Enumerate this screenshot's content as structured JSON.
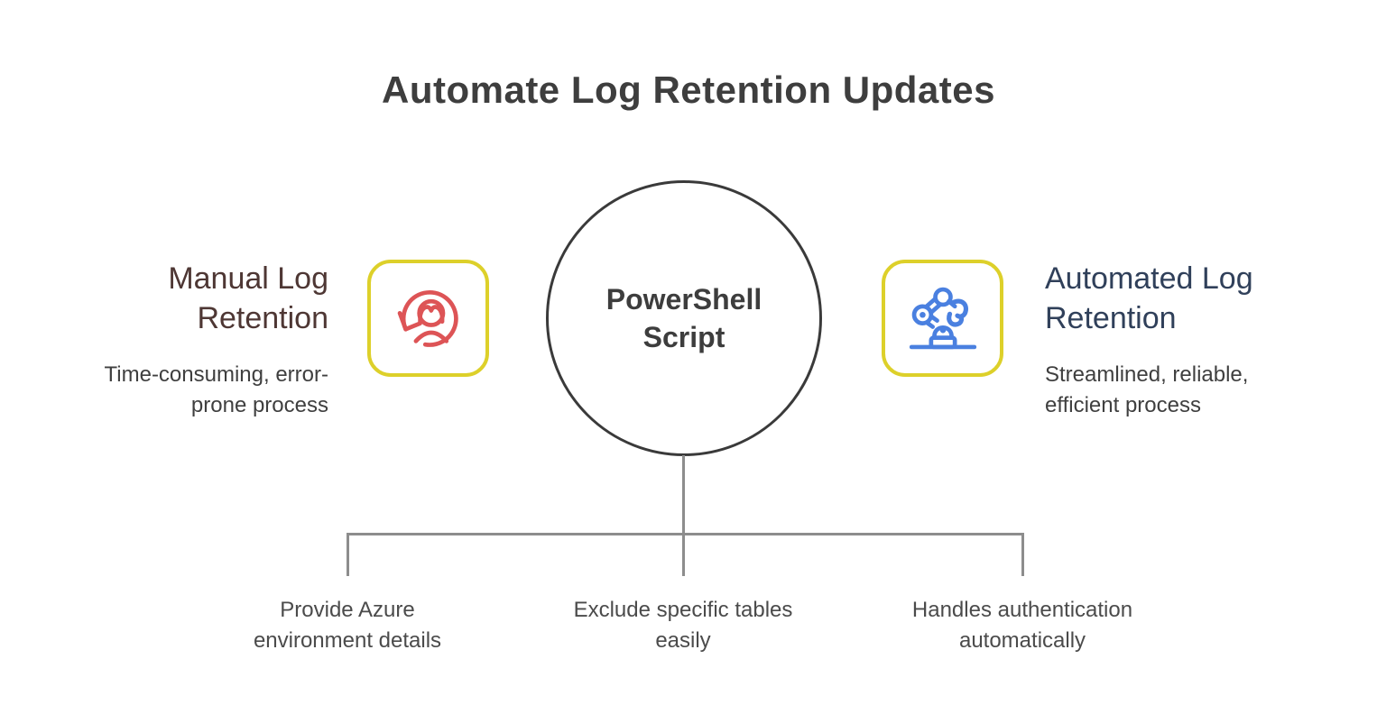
{
  "title": "Automate Log Retention Updates",
  "center_node": {
    "line1": "PowerShell",
    "line2": "Script"
  },
  "left_panel": {
    "heading": "Manual Log Retention",
    "description": "Time-consuming, error-prone process",
    "icon": "person-rotate-icon"
  },
  "right_panel": {
    "heading": "Automated Log Retention",
    "description": "Streamlined, reliable, efficient process",
    "icon": "robot-arm-icon"
  },
  "branches": [
    {
      "label": "Provide Azure environment details"
    },
    {
      "label": "Exclude specific tables easily"
    },
    {
      "label": "Handles authentication automatically"
    }
  ],
  "colors": {
    "accent_yellow": "#ddd02a",
    "manual_red": "#dd5456",
    "automated_blue": "#4a80e0",
    "heading_maroon": "#4e3734",
    "heading_navy": "#30405a",
    "connector_gray": "#8d8d8d",
    "circle_border": "#3a3a3a",
    "text_dark": "#3d3d3d"
  }
}
